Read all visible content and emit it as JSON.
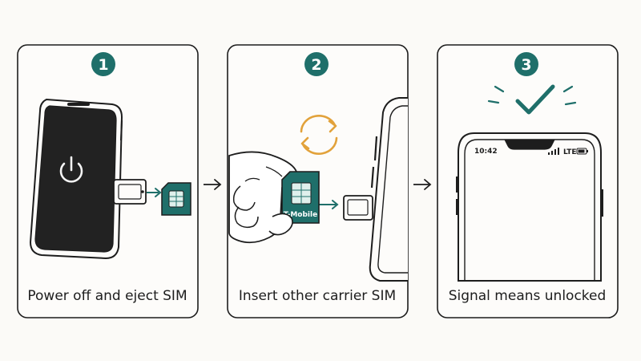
{
  "colors": {
    "teal": "#1f6f6a",
    "orange": "#e2a23b",
    "ink": "#1d1d1d",
    "paper": "#fbfaf7",
    "screen": "#222222"
  },
  "steps": [
    {
      "number": "1",
      "caption": "Power off and eject SIM",
      "icon": "power-icon"
    },
    {
      "number": "2",
      "caption": "Insert other carrier SIM",
      "icon": "swap-arrows-icon",
      "sim_label": "T-Mobile"
    },
    {
      "number": "3",
      "caption": "Signal means unlocked",
      "icon": "checkmark-icon",
      "status_time": "10:42",
      "status_network": "LTE"
    }
  ]
}
